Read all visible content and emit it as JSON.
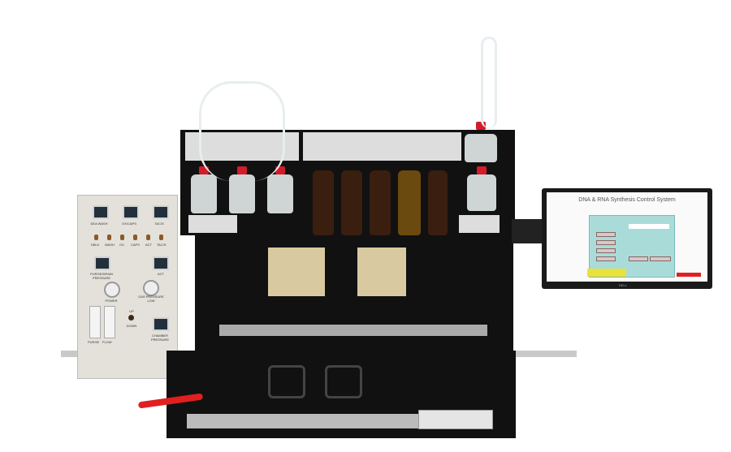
{
  "monitor": {
    "title": "DNA & RNA Synthesis Control System",
    "brand": "DELL"
  },
  "control_panel": {
    "top_switches": [
      "DEA WASH",
      "OX/CAPS",
      "TAC/S"
    ],
    "toggles": [
      "DBLK",
      "WASH",
      "OX",
      "CAPS",
      "ACT",
      "TAC/S"
    ],
    "purge_label": "PURGE/DRAIN PRESSURE",
    "act_label": "ACT",
    "power_label": "POWER",
    "gas_label": "GAS PRESSURE LOW",
    "up_label": "UP",
    "down_label": "DOWN",
    "chamber_label": "CHAMBER PRESSURE",
    "flow_labels": [
      "PURGE",
      "FLOW"
    ]
  },
  "colors": {
    "cap": "#d31c2a",
    "screen_panel": "#a9dcd9",
    "alert": "#e8e23a",
    "stop": "#e02020"
  }
}
